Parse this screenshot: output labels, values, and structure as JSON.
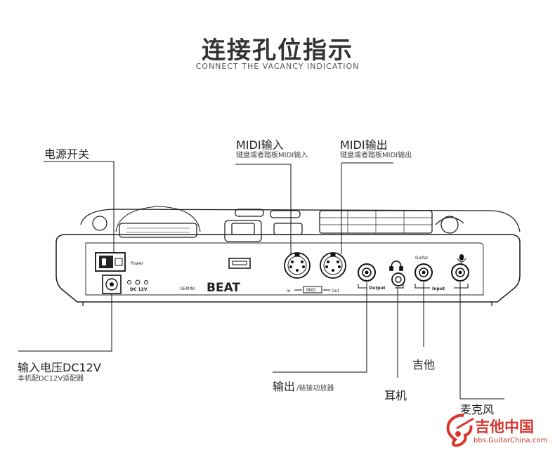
{
  "header": {
    "title": "连接孔位指示",
    "subtitle": "CONNECT THE VACANCY INDICATION"
  },
  "device": {
    "power_label": "Power",
    "dc_label": "DC 12V",
    "brand": "BEAT",
    "brand_small": "GEMINI",
    "midi_in": "In",
    "midi_out": "Out",
    "midi_mid": "MIDI",
    "output_label": "Output",
    "guitar_label": "Guitar",
    "input_label": "Input"
  },
  "callouts": {
    "power": {
      "title": "电源开关"
    },
    "midi_in": {
      "title": "MIDI输入",
      "desc": "键盘或者踏板MIDI输入"
    },
    "midi_out": {
      "title": "MIDI输出",
      "desc": "键盘或者踏板MIDI输出"
    },
    "dc": {
      "title": "输入电压DC12V",
      "desc": "本机配DC12V适配器"
    },
    "output": {
      "title": "输出",
      "desc": "/链接功放器"
    },
    "headphone": {
      "title": "耳机"
    },
    "guitar": {
      "title": "吉他"
    },
    "mic": {
      "title": "麦克风"
    }
  },
  "watermark": {
    "name": "吉他中国",
    "url": "bbs.GuitarChina.com",
    "color": "#d9352b"
  }
}
